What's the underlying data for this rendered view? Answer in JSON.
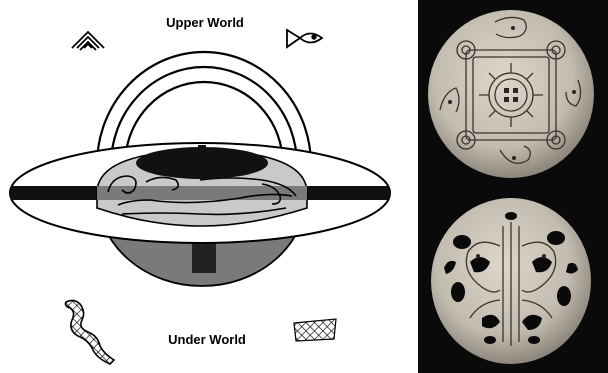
{
  "diagram": {
    "upper_label": "Upper World",
    "under_label": "Under World",
    "symbols": {
      "top_left": "zigzag-chevron-icon",
      "top_right": "fish-icon",
      "bottom_left": "serpent-icon",
      "bottom_right": "crosshatch-net-icon"
    }
  },
  "photos": {
    "top": "engraved-shell-gorget-cross-motif",
    "bottom": "openwork-shell-gorget-bird-motif"
  },
  "colors": {
    "ink": "#000000",
    "bowl_light": "#c9c9c9",
    "bowl_dark": "#7a7a7a",
    "photo_bg": "#0a0a0a",
    "shell": "#cfc9bd"
  }
}
